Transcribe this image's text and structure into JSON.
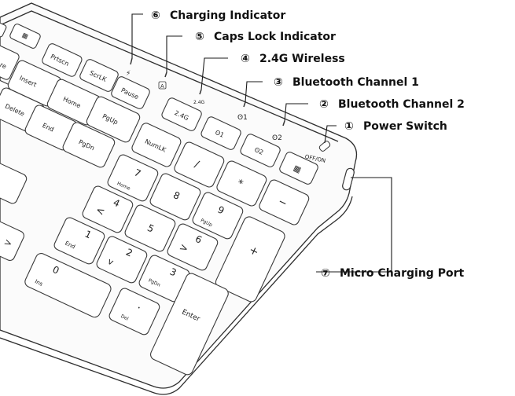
{
  "callouts": [
    {
      "num": "⑥",
      "label": "Charging Indicator"
    },
    {
      "num": "⑤",
      "label": "Caps Lock Indicator"
    },
    {
      "num": "④",
      "label": "2.4G Wireless"
    },
    {
      "num": "③",
      "label": "Bluetooth Channel 1"
    },
    {
      "num": "②",
      "label": "Bluetooth Channel 2"
    },
    {
      "num": "①",
      "label": "Power Switch"
    },
    {
      "num": "⑦",
      "label": "Micro Charging Port"
    }
  ],
  "keys": {
    "prtscn": "Prtscn",
    "scrlk": "ScrLK",
    "pause": "Pause",
    "insert": "Insert",
    "home": "Home",
    "pgup": "PgUp",
    "delete": "Delete",
    "end": "End",
    "pgdn": "PgDn",
    "k24g": "2.4G",
    "bt1": "ʘ1",
    "bt2": "ʘ2",
    "calc": "▦",
    "numlk": "NumLK",
    "slash": "/",
    "star": "*",
    "minus": "−",
    "n7": "7",
    "n7sub": "Home",
    "n8": "8",
    "n9": "9",
    "n9sub": "PgUp",
    "plus": "+",
    "n4": "4",
    "n4sub": "<",
    "n5": "5",
    "n6": "6",
    "n6sub": ">",
    "n1": "1",
    "n1sub": "End",
    "n2": "2",
    "n2sub": "v",
    "n3": "3",
    "n3sub": "PgDn",
    "n0": "0",
    "n0sub": "Ins",
    "dot": ".",
    "dotsub": "Del",
    "enter": "Enter",
    "cut_top": "re",
    "cut_left": ">"
  },
  "indicators": {
    "charging": "⚡",
    "capslock": "A",
    "wireless": "2.4G",
    "bt1": "ʘ1",
    "bt2": "ʘ2",
    "power": "OFF/ON"
  }
}
